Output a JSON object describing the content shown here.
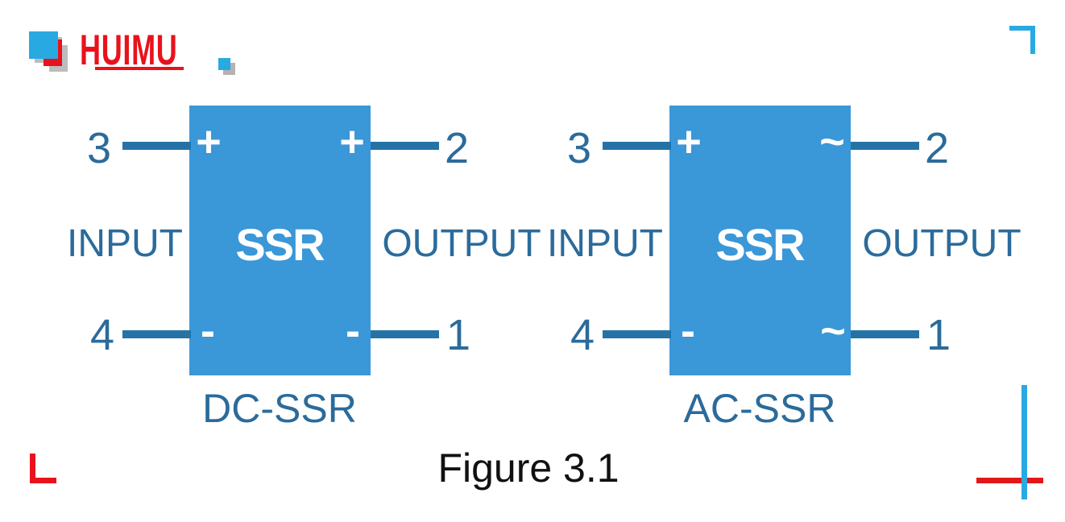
{
  "logo": {
    "brand": "HUIMU"
  },
  "colors": {
    "relay_box_blue": "#3A97D8",
    "wire_blue": "#2573A6",
    "label_blue": "#2B6B9B",
    "accent_blue": "#29A9E1",
    "brand_red": "#E8121C",
    "shadow_gray": "#BDBDBD",
    "figure_text": "#111111"
  },
  "diagrams": [
    {
      "caption": "DC-SSR",
      "box_label": "SSR",
      "input_label": "INPUT",
      "output_label": "OUTPUT",
      "pins": {
        "top_left": "3",
        "top_right": "2",
        "bottom_left": "4",
        "bottom_right": "1"
      },
      "terminals": {
        "top_left": "+",
        "top_right": "+",
        "bottom_left": "-",
        "bottom_right": "-"
      }
    },
    {
      "caption": "AC-SSR",
      "box_label": "SSR",
      "input_label": "INPUT",
      "output_label": "OUTPUT",
      "pins": {
        "top_left": "3",
        "top_right": "2",
        "bottom_left": "4",
        "bottom_right": "1"
      },
      "terminals": {
        "top_left": "+",
        "top_right": "~",
        "bottom_left": "-",
        "bottom_right": "~"
      }
    }
  ],
  "figure": {
    "caption": "Figure 3.1"
  }
}
